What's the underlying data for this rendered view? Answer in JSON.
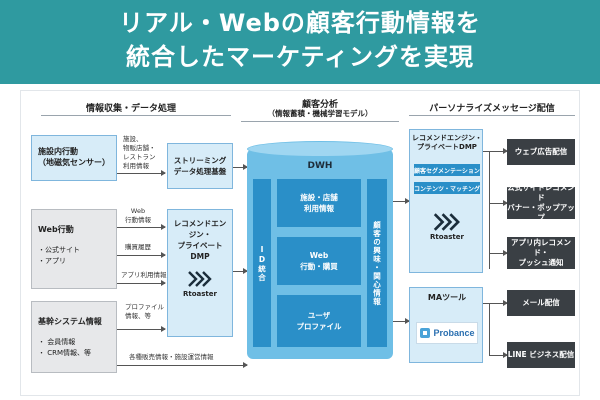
{
  "banner": {
    "line1": "リアル・Webの顧客行動情報を",
    "line2": "統合したマーケティングを実現"
  },
  "headers": {
    "left": "情報収集・データ処理",
    "middle_title": "顧客分析",
    "middle_sub": "（情報蓄積・機械学習モデル）",
    "right": "パーソナライズメッセージ配信"
  },
  "sources": {
    "facility": {
      "title_line1": "施設内行動",
      "title_line2": "（地磁気センサー）"
    },
    "web": {
      "title": "Web行動",
      "items": [
        "・公式サイト",
        "・アプリ"
      ]
    },
    "core": {
      "title": "基幹システム情報",
      "items": [
        "・ 会員情報",
        "・ CRM情報、等"
      ]
    }
  },
  "labels": {
    "facility_info_1": "施設、",
    "facility_info_2": "物販店舗・",
    "facility_info_3": "レストラン",
    "facility_info_4": "利用情報",
    "web_action_1": "Web",
    "web_action_2": "行動情報",
    "purchase": "購買履歴",
    "app_usage": "アプリ利用情報",
    "profile_1": "プロファイル",
    "profile_2": "情報、等",
    "bottom": "各種販売情報・施設運営情報"
  },
  "processing": {
    "streaming_line1": "ストリーミング",
    "streaming_line2": "データ処理基盤",
    "engine_line1": "レコメンドエン",
    "engine_line2": "ジン・",
    "engine_line3": "プライベート",
    "engine_line4": "DMP"
  },
  "dwh": {
    "title": "DWH",
    "id_label": "ID統合",
    "interest_label": "顧客の興味・関心情報",
    "cells": [
      {
        "line1": "施設・店舗",
        "line2": "利用情報"
      },
      {
        "line1": "Web",
        "line2": "行動・購買"
      },
      {
        "line1": "ユーザ",
        "line2": "プロファイル"
      }
    ]
  },
  "engine2": {
    "title_line1": "レコメンドエンジン・",
    "title_line2": "プライベートDMP",
    "chip1": "顧客セグメンテーション",
    "chip2": "コンテンツ・マッチング"
  },
  "logos": {
    "rtoaster": "Rtoaster",
    "probance": "Probance"
  },
  "ma": {
    "title": "MAツール"
  },
  "outputs": [
    {
      "line1": "ウェブ広告配信",
      "line2": ""
    },
    {
      "line1": "公式サイトレコメンド",
      "line2": "バナー・ポップアップ"
    },
    {
      "line1": "アプリ内レコメンド・",
      "line2": "プッシュ通知"
    },
    {
      "line1": "メール配信",
      "line2": ""
    },
    {
      "line1": "LINE ビジネス配信",
      "line2": ""
    }
  ],
  "colors": {
    "banner": "#2f9aa0",
    "light_blue": "#d7ecf8",
    "dwh_body": "#6fbfe6",
    "dwh_cell": "#2a8fc8",
    "output_dark": "#3a3f44",
    "gray_box": "#e7e8ea"
  }
}
